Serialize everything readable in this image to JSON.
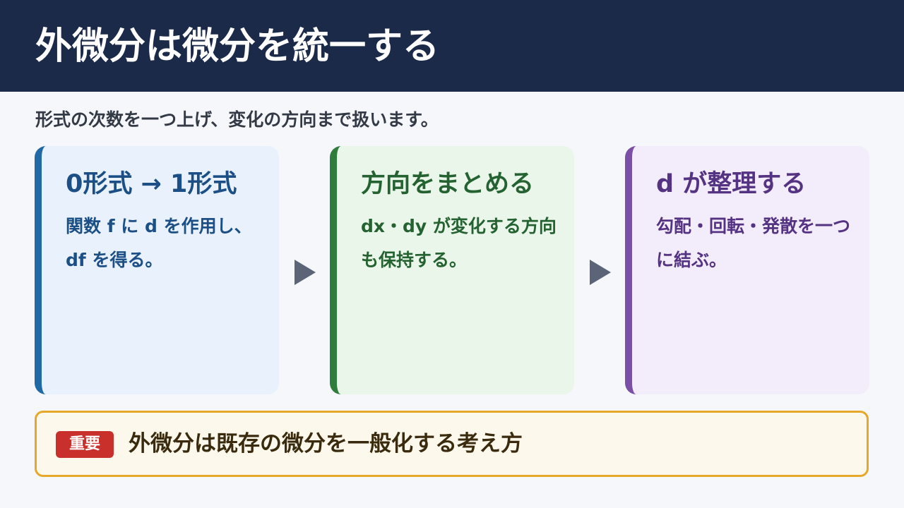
{
  "header": {
    "title": "外微分は微分を統一する"
  },
  "subtitle": "形式の次数を一つ上げ、変化の方向まで扱います。",
  "cards": [
    {
      "heading": "0形式 → 1形式",
      "body": "関数 f に d を作用し、df を得る。"
    },
    {
      "heading": "方向をまとめる",
      "body": "dx・dy が変化する方向も保持する。"
    },
    {
      "heading": "d が整理する",
      "body": "勾配・回転・発散を一つに結ぶ。"
    }
  ],
  "callout": {
    "badge": "重要",
    "text": "外微分は既存の微分を一般化する考え方"
  },
  "colors": {
    "header_bg": "#1c2a4a",
    "card_1_accent": "#1f6aa5",
    "card_2_accent": "#2e7d3c",
    "card_3_accent": "#7b4fa6",
    "callout_border": "#e6a829",
    "badge_bg": "#c9302c"
  },
  "icons": {
    "flow_arrow": "triangle-right-icon"
  }
}
